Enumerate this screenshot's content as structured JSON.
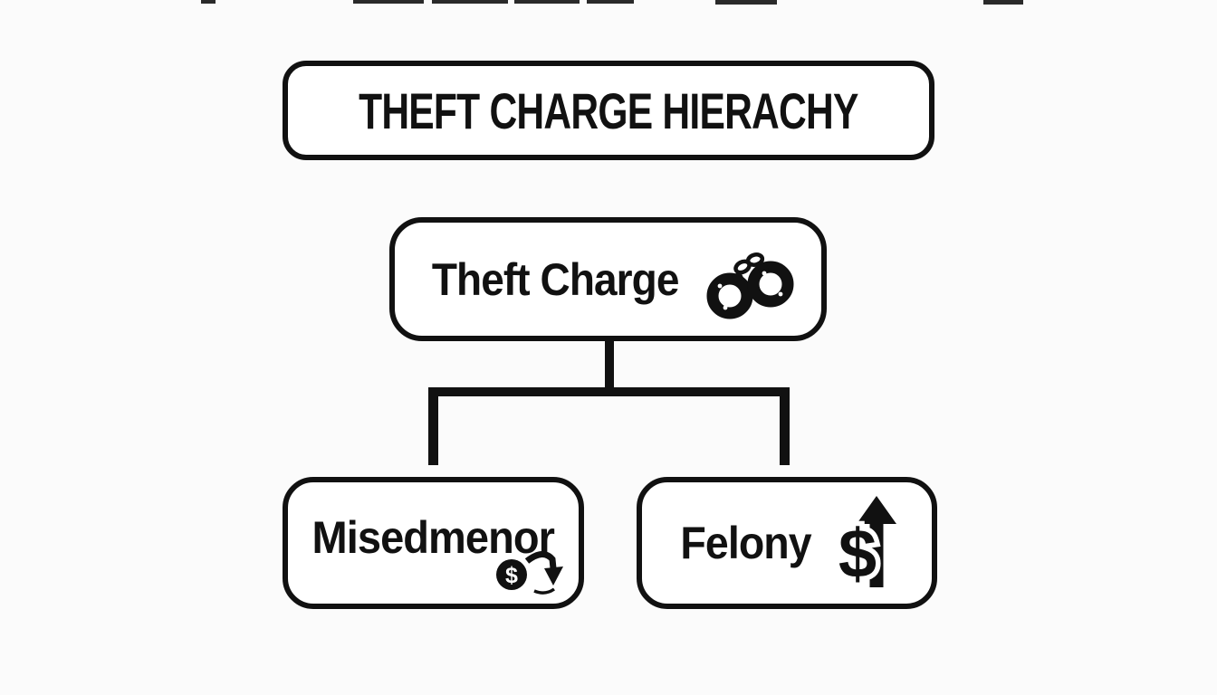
{
  "colors": {
    "background": "#fbfbfb",
    "ink": "#111111",
    "node_fill": "#ffffff"
  },
  "title": {
    "label": "THEFT CHARGE HIERACHY"
  },
  "nodes": {
    "root": {
      "label": "Theft Charge",
      "icon": "handcuffs-icon"
    },
    "children": [
      {
        "label": "Misedmenor",
        "icon": "money-decrease-icon"
      },
      {
        "label": "Felony",
        "icon": "money-increase-icon"
      }
    ]
  },
  "glyphs": {
    "dollar": "$"
  }
}
